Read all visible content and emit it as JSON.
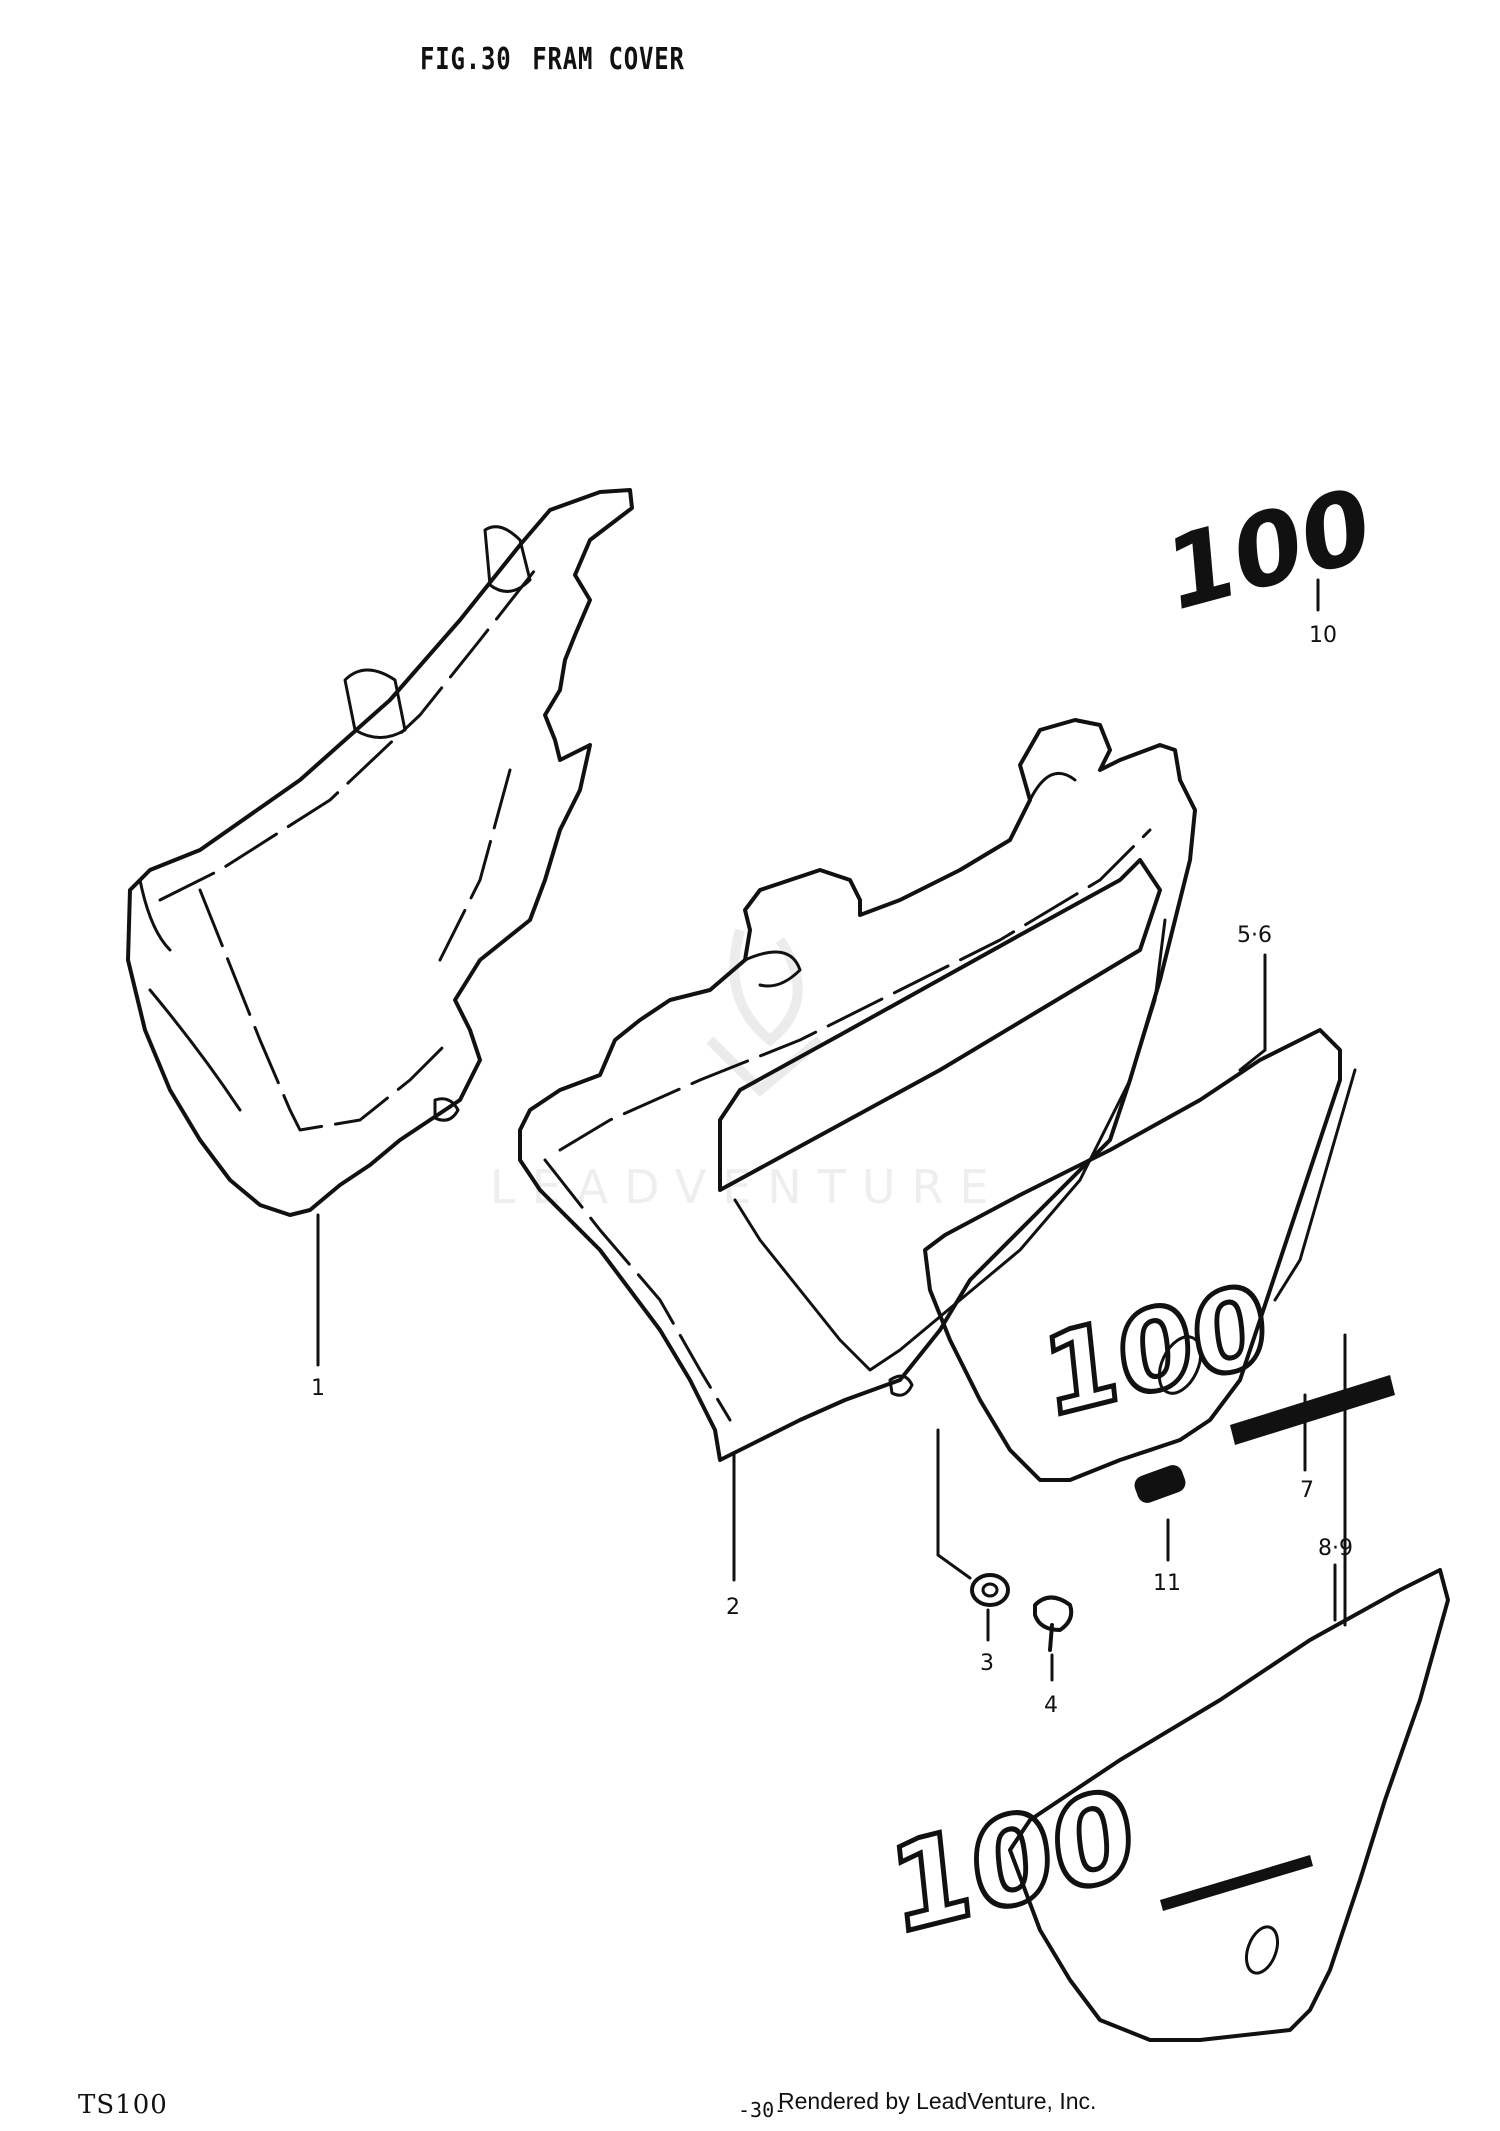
{
  "figure": {
    "title": "FIG.30",
    "name": "FRAM COVER"
  },
  "footer": {
    "model": "TS100",
    "page_number": "-30-",
    "rendered_by": "Rendered by LeadVenture, Inc."
  },
  "watermark": {
    "text": "LEADVENTURE"
  },
  "callouts": {
    "c1": "1",
    "c2": "2",
    "c3": "3",
    "c4": "4",
    "c5_6": "5·6",
    "c7": "7",
    "c8_9": "8·9",
    "c10": "10",
    "c11": "11"
  },
  "emblem_text": "100"
}
